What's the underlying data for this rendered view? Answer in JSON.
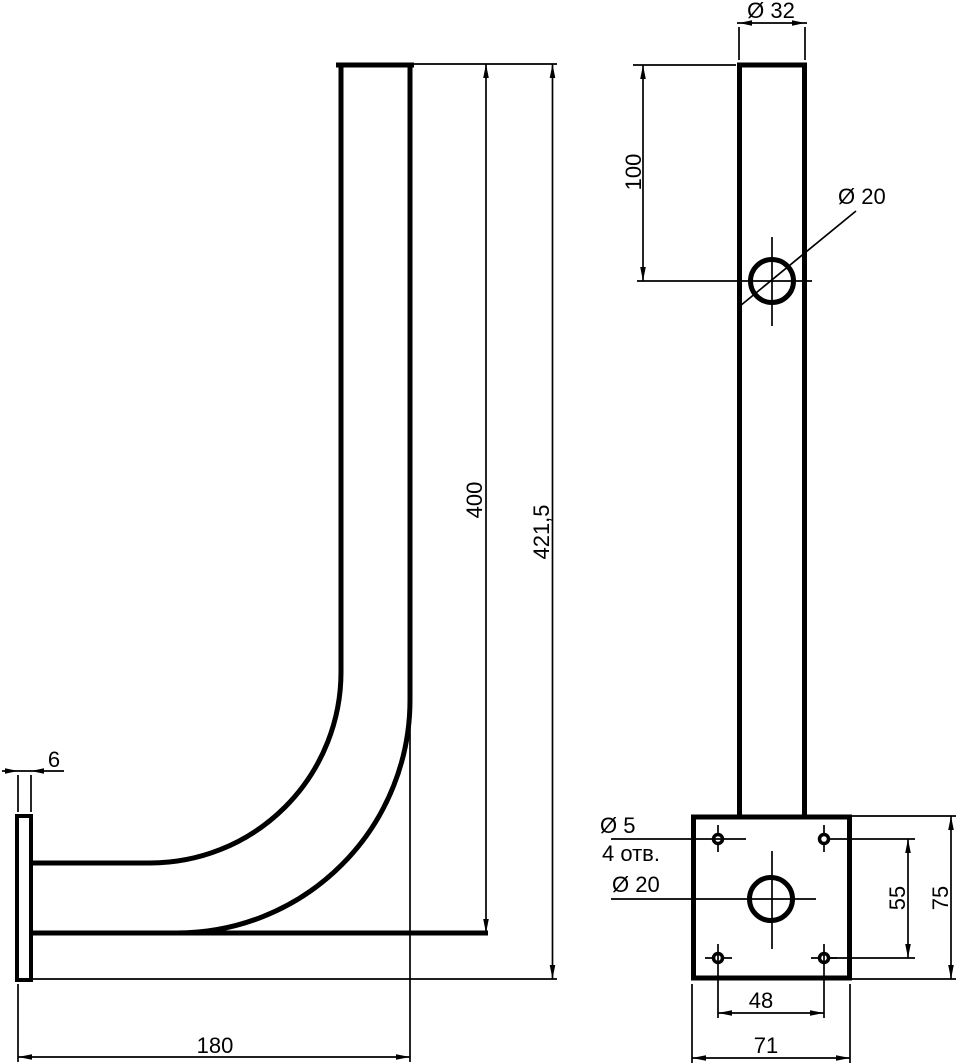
{
  "drawing": {
    "background_color": "#ffffff",
    "line_color": "#000000"
  },
  "front_view": {
    "plate_thickness": "6",
    "vertical_length": "400",
    "overall_height": "421,5",
    "arm_length": "180"
  },
  "side_view": {
    "tube_diameter": "Ø 32",
    "hole_offset": "100",
    "tube_hole_diameter": "Ø 20",
    "plate_hole_diameter": "Ø 5",
    "plate_hole_count": "4 отв.",
    "center_hole_diameter": "Ø 20",
    "hole_spacing_vertical": "55",
    "plate_height": "75",
    "hole_spacing_horizontal": "48",
    "plate_width": "71"
  }
}
